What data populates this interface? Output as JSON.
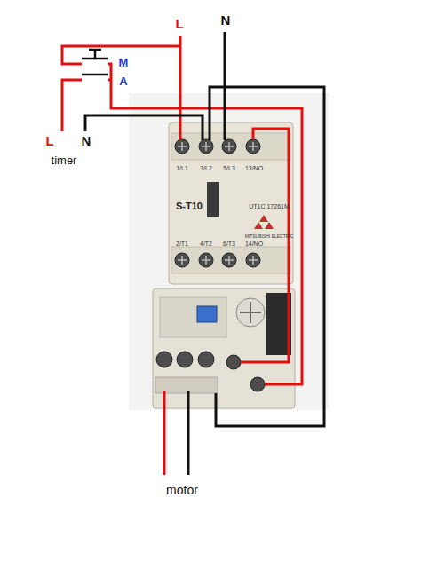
{
  "diagram": {
    "nodes": [
      {
        "text": [
          "S-T10"
        ]
      }
    ],
    "labels": [
      "L",
      "N",
      "M",
      "A",
      "L",
      "N",
      "timer",
      "1/L1",
      "3/L2",
      "5/L3",
      "13/NO",
      "UT1C 17261M",
      "MITSUBISHI ELECTRIC",
      "2/T1",
      "4/T2",
      "6/T3",
      "14/NO",
      "motor"
    ]
  }
}
